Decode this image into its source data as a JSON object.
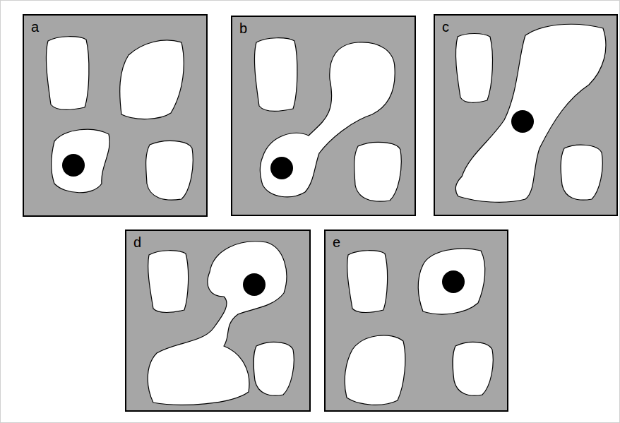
{
  "diagram": {
    "nodes": [
      {
        "text": [
          "a"
        ]
      },
      {
        "text": [
          "b"
        ]
      },
      {
        "text": [
          "c"
        ]
      },
      {
        "text": [
          "d"
        ]
      },
      {
        "text": [
          "e"
        ]
      }
    ]
  }
}
